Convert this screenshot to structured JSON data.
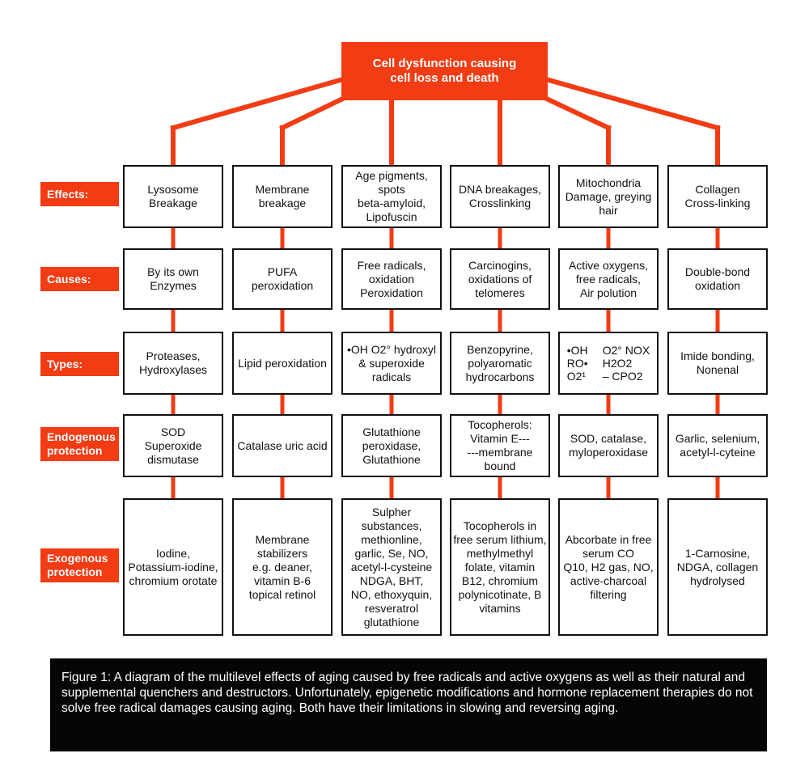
{
  "root": {
    "lines": [
      "Cell dysfunction causing",
      "cell loss and death"
    ]
  },
  "row_labels": {
    "effects": [
      "Effects:"
    ],
    "causes": [
      "Causes:"
    ],
    "types": [
      "Types:"
    ],
    "endogenous": [
      "Endogenous",
      "protection"
    ],
    "exogenous": [
      "Exogenous",
      "protection"
    ]
  },
  "columns": [
    {
      "effects": [
        "Lysosome",
        "Breakage"
      ],
      "causes": [
        "By its own",
        "Enzymes"
      ],
      "types": [
        "Proteases,",
        "Hydroxylases"
      ],
      "endogenous": [
        "SOD",
        "Superoxide",
        "dismutase"
      ],
      "exogenous": [
        "Iodine,",
        "Potassium-iodine,",
        "chromium orotate"
      ]
    },
    {
      "effects": [
        "Membrane",
        "breakage"
      ],
      "causes": [
        "PUFA",
        "peroxidation"
      ],
      "types": [
        "Lipid peroxidation"
      ],
      "endogenous": [
        "Catalase uric acid"
      ],
      "exogenous": [
        "Membrane",
        "stabilizers",
        "e.g. deaner,",
        "vitamin B-6",
        "topical retinol"
      ]
    },
    {
      "effects": [
        "Age pigments,",
        "spots",
        "beta-amyloid,",
        "Lipofuscin"
      ],
      "causes": [
        "Free radicals,",
        "oxidation",
        "Peroxidation"
      ],
      "types": [
        "•OH O2° hydroxyl",
        "& superoxide",
        "radicals"
      ],
      "endogenous": [
        "Glutathione",
        "peroxidase,",
        "Glutathione"
      ],
      "exogenous": [
        "Sulpher",
        "substances,",
        "methionline,",
        "garlic, Se, NO,",
        "acetyl-l-cysteine",
        "NDGA, BHT,",
        "NO, ethoxyquin,",
        "resveratrol",
        "glutathione"
      ]
    },
    {
      "effects": [
        "DNA breakages,",
        "Crosslinking"
      ],
      "causes": [
        "Carcinogins,",
        "oxidations of",
        "telomeres"
      ],
      "types": [
        "Benzopyrine,",
        "polyaromatic",
        "hydrocarbons"
      ],
      "endogenous": [
        "Tocopherols:",
        "Vitamin E---",
        "---membrane",
        "bound"
      ],
      "exogenous": [
        "Tocopherols in",
        "free serum lithium,",
        "methylmethyl",
        "folate, vitamin",
        "B12, chromium",
        "polynicotinate, B",
        "vitamins"
      ]
    },
    {
      "effects": [
        "Mitochondria",
        "Damage, greying",
        "hair"
      ],
      "causes": [
        "Active oxygens,",
        "free radicals,",
        "Air polution"
      ],
      "types_chem": {
        "left": [
          "•OH",
          "RO•",
          "O2¹"
        ],
        "right": [
          "O2° NOX",
          "H2O2",
          "– CPO2"
        ]
      },
      "endogenous": [
        "SOD, catalase,",
        "myloperoxidase"
      ],
      "exogenous": [
        "Abcorbate in free",
        "serum CO",
        "Q10, H2 gas, NO,",
        "active-charcoal",
        "filtering"
      ]
    },
    {
      "effects": [
        "Collagen",
        "Cross-linking"
      ],
      "causes": [
        "Double-bond",
        "oxidation"
      ],
      "types": [
        "Imide bonding,",
        "Nonenal"
      ],
      "endogenous": [
        "Garlic, selenium,",
        "acetyl-l-cyteine"
      ],
      "exogenous": [
        "1-Carnosine,",
        "NDGA, collagen",
        "hydrolysed"
      ]
    }
  ],
  "caption": "Figure 1: A diagram of the multilevel effects of aging caused by free radicals and active oxygens as well as their natural and supplemental quenchers and destructors. Unfortunately, epigenetic modifications and hormone replacement therapies do not solve free radical damages causing aging. Both have their limitations in slowing and reversing aging.",
  "colors": {
    "accent": "#f23c14",
    "caption_bg": "#050505"
  }
}
